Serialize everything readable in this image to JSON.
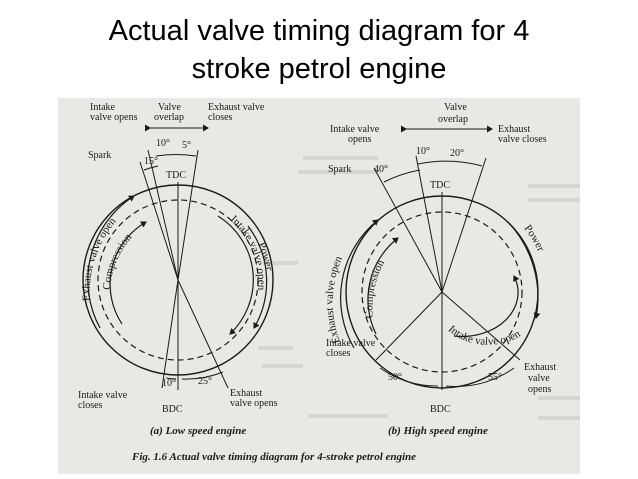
{
  "slide": {
    "title_line1": "Actual valve timing diagram for 4",
    "title_line2": "stroke petrol engine"
  },
  "figure": {
    "caption": "Fig. 1.6 Actual valve timing diagram for 4-stroke petrol engine",
    "left": {
      "caption": "(a) Low speed engine",
      "labels": {
        "intake_valve_opens": [
          "Intake",
          "valve opens"
        ],
        "valve_overlap": [
          "Valve",
          "overlap"
        ],
        "exhaust_valve_closes": [
          "Exhaust valve",
          "closes"
        ],
        "spark": "Spark",
        "deg_10": "10°",
        "deg_5": "5°",
        "deg_15": "15°",
        "tdc": "TDC",
        "bdc": "BDC",
        "deg_10_bottom": "10°",
        "deg_25": "25°",
        "intake_valve_closes": [
          "Intake valve",
          "closes"
        ],
        "exhaust_valve_opens": [
          "Exhaust",
          "valve opens"
        ],
        "exhaust_valve_open": "Exhaust valve open",
        "compression": "Compression",
        "intake_valve_open": "Intake valve open",
        "power": "Power"
      }
    },
    "right": {
      "caption": "(b) High speed engine",
      "labels": {
        "intake_valve_opens": [
          "Intake valve",
          "opens"
        ],
        "valve_overlap": [
          "Valve",
          "overlap"
        ],
        "exhaust_valve_closes": [
          "Exhaust",
          "valve closes"
        ],
        "spark": "Spark",
        "deg_40": "40°",
        "deg_10": "10°",
        "deg_20": "20°",
        "tdc": "TDC",
        "bdc": "BDC",
        "deg_50": "50°",
        "deg_55": "55°",
        "intake_valve_closes": [
          "Intake valve",
          "closes"
        ],
        "exhaust_valve_opens": [
          "Exhaust",
          "valve",
          "opens"
        ],
        "exhaust_valve_open": "Exhaust valve open",
        "compression": "Compression",
        "intake_valve_open": "Intake valve open",
        "power": "Power"
      }
    }
  }
}
